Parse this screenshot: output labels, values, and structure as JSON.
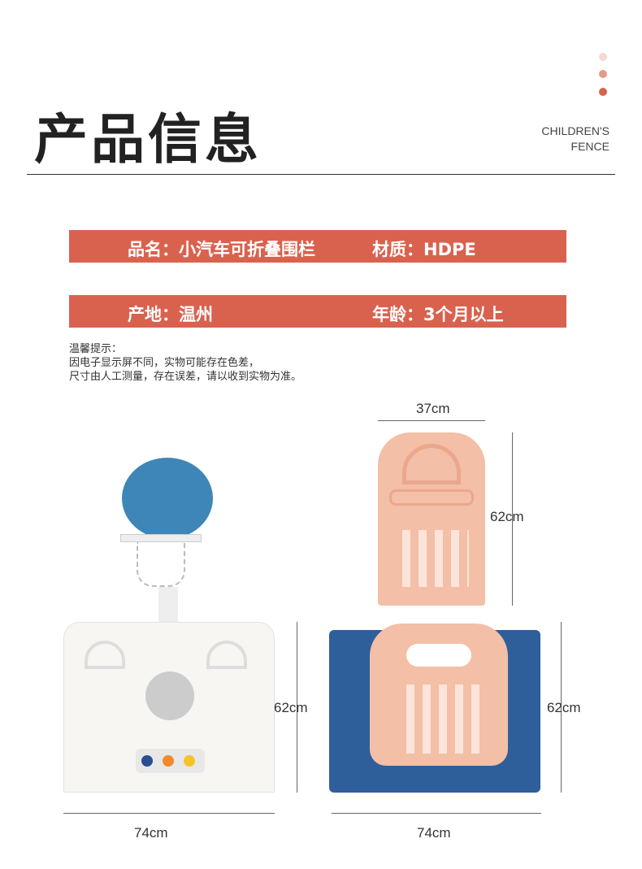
{
  "header": {
    "title": "产品信息",
    "brand_line1": "CHILDREN'S",
    "brand_line2": "FENCE",
    "dot_colors": [
      "#f5d8d3",
      "#e59a8a",
      "#d9624f"
    ]
  },
  "info": {
    "name_label": "品名：小汽车可折叠围栏",
    "material_label": "材质：HDPE",
    "origin_label": "产地：温州",
    "age_label": "年龄：3个月以上",
    "accent": "#d9624f"
  },
  "note": {
    "heading": "温馨提示：",
    "line1": "因电子显示屏不同，实物可能存在色差，",
    "line2": "尺寸由人工测量，存在误差，请以收到实物为准。"
  },
  "dimensions": {
    "panel_width": "37cm",
    "panel_height": "62cm",
    "left_height": "62cm",
    "right_height": "62cm",
    "left_width": "74cm",
    "right_width": "74cm"
  }
}
